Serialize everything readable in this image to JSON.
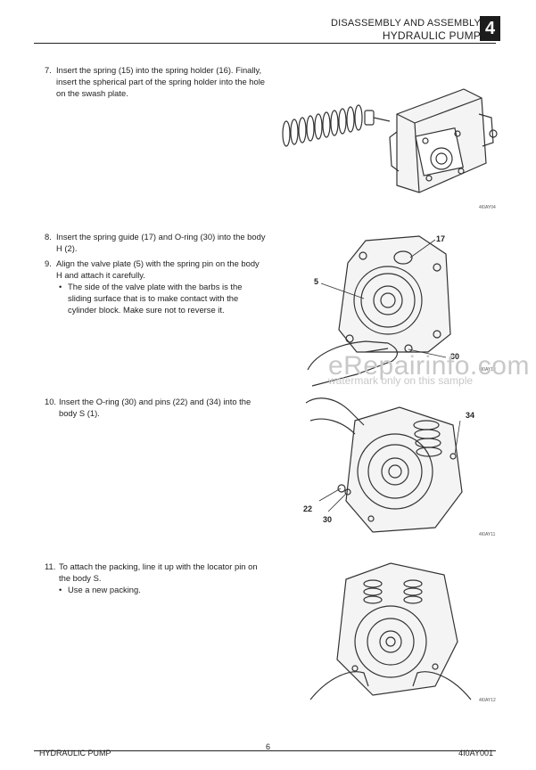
{
  "header": {
    "section": "DISASSEMBLY AND ASSEMBLY",
    "title": "HYDRAULIC PUMP",
    "chapter": "4"
  },
  "steps": [
    {
      "num": "7.",
      "text": "Insert the spring (15) into the spring holder (16). Finally, insert the spherical part of the spring holder into the hole on the swash plate."
    },
    {
      "num": "8.",
      "text": "Insert the spring guide (17) and O-ring (30) into the body H (2)."
    },
    {
      "num": "9.",
      "text": "Align the valve plate (5) with the spring pin on the body H and attach it carefully.",
      "bullet": "The side of the valve plate with the barbs is the sliding surface that is to make contact with the cylinder block. Make sure not to reverse it."
    },
    {
      "num": "10.",
      "text": "Insert the O-ring (30) and pins (22) and (34) into the body S (1)."
    },
    {
      "num": "11.",
      "text": "To attach the packing, line it up with the locator pin on the body S.",
      "bullet": "Use a new packing."
    }
  ],
  "figures": {
    "fig1": {
      "code": "4I0AY04"
    },
    "fig2": {
      "code": "4I0AY10",
      "callouts": [
        "17",
        "5",
        "30"
      ]
    },
    "fig3": {
      "code": "4I0AY11",
      "callouts": [
        "34",
        "22",
        "30"
      ]
    },
    "fig4": {
      "code": "4I0AY12"
    }
  },
  "watermark": {
    "brand": "eRepairinfo.com",
    "note": "watermark only on this sample"
  },
  "footer": {
    "left": "HYDRAULIC PUMP",
    "page": "6",
    "right": "4I0AY001"
  }
}
